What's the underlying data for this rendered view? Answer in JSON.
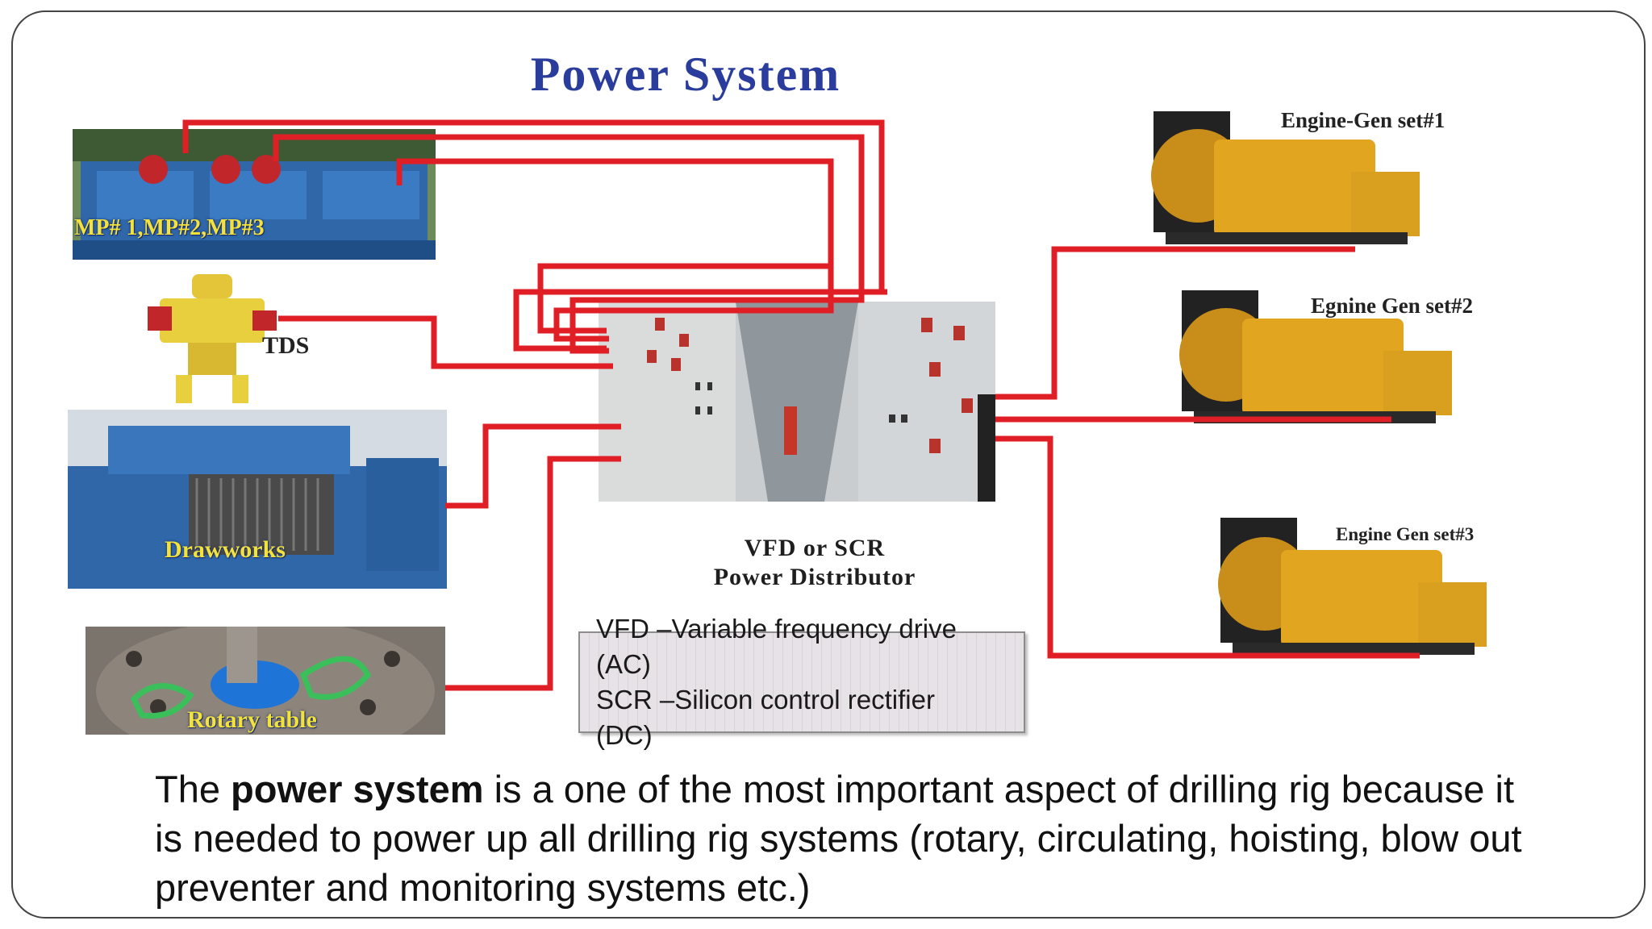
{
  "title": "Power System",
  "equipment": {
    "mud_pumps_label": "MP# 1,MP#2,MP#3",
    "tds_label": "TDS",
    "drawworks_label": "Drawworks",
    "rotary_table_label": "Rotary table"
  },
  "generators": {
    "gen1_label": "Engine-Gen set#1",
    "gen2_label": "Egnine Gen set#2",
    "gen3_label": "Engine Gen set#3"
  },
  "distributor": {
    "line1": "VFD or SCR",
    "line2": "Power Distributor"
  },
  "legend": {
    "vfd_line1": "VFD –Variable frequency drive",
    "vfd_line2": "(AC)",
    "scr_line1": "SCR –Silicon control rectifier",
    "scr_line2": "(DC)"
  },
  "description": {
    "lead": "The ",
    "bold": "power system",
    "rest": " is a one of the most important  aspect of drilling rig because it is needed to power up all drilling rig systems (rotary, circulating, hoisting, blow out preventer and monitoring systems etc.)"
  },
  "colors": {
    "title": "#2b3d9c",
    "wire": "#e01e25",
    "equipment_blue": "#2f67a8",
    "generator_yellow": "#e2a520"
  }
}
